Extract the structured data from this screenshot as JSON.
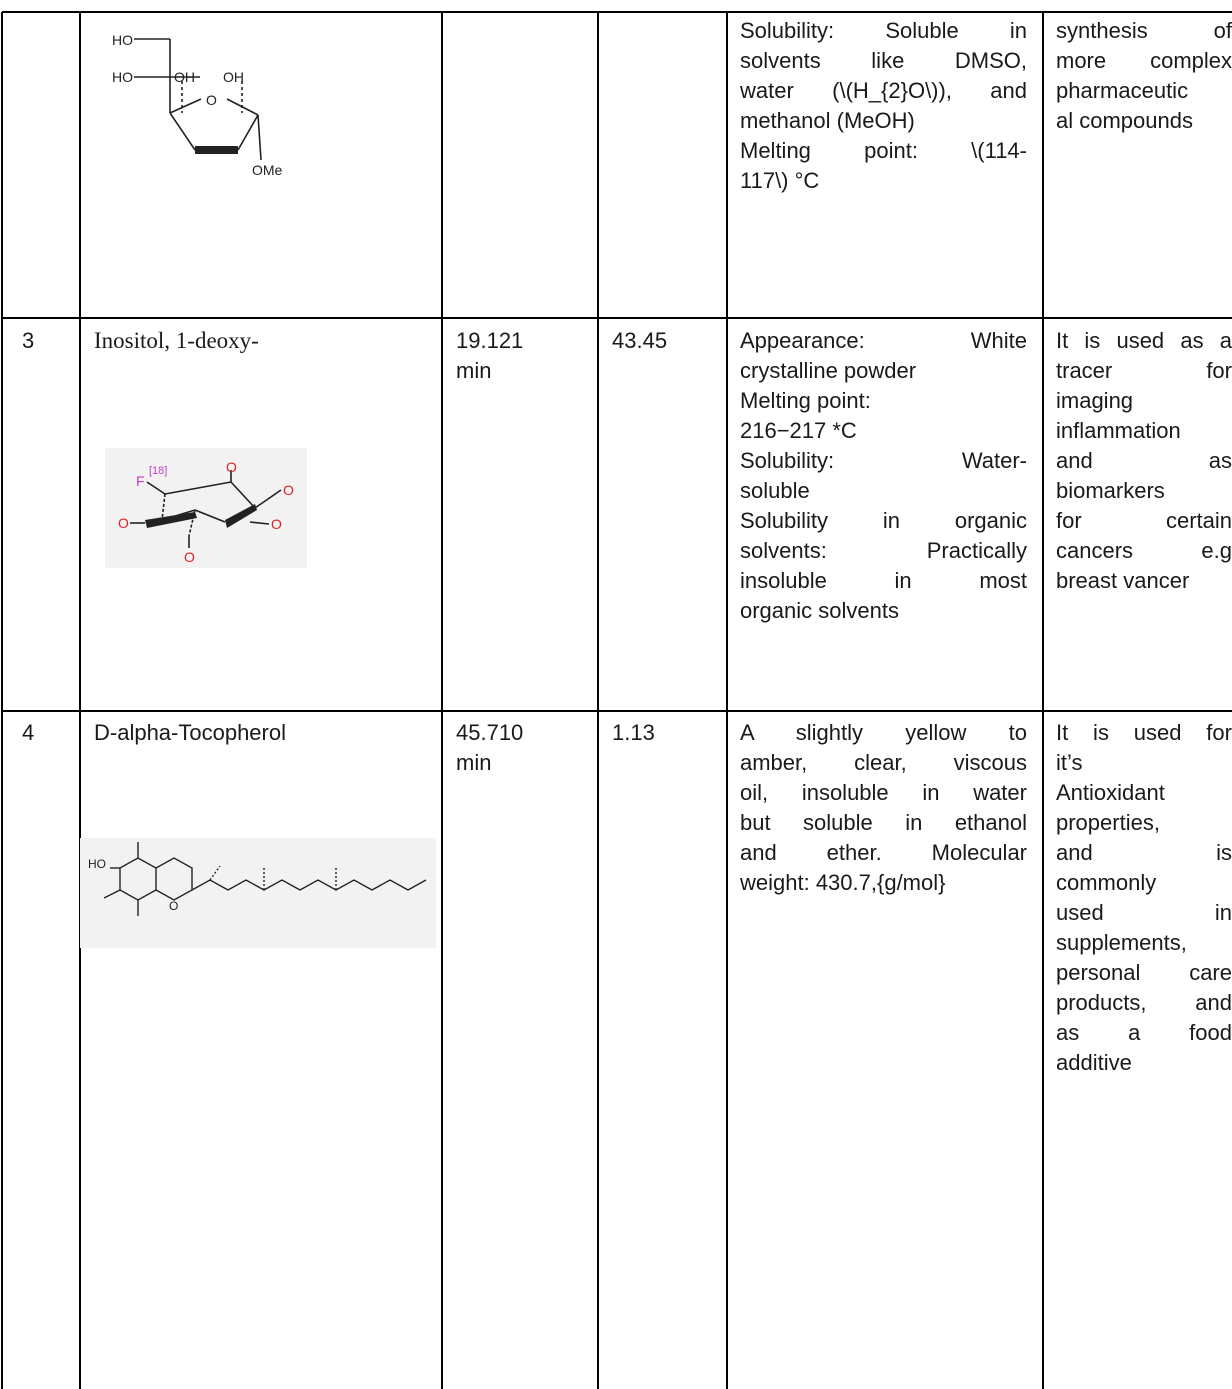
{
  "rows": [
    {
      "properties": {
        "solubility_lines": [
          "Solubility: Soluble in",
          "solvents like DMSO,",
          "water (\\(H_{2}O\\)), and",
          "methanol (MeOH)"
        ],
        "melting_lines": [
          "Melting point: \\(114-",
          "117\\) °C"
        ]
      },
      "uses_lines": [
        "synthesis of",
        "more complex",
        "pharmaceutic",
        "al compounds"
      ],
      "structure": {
        "labels": {
          "ho1": "HO",
          "ho2": "HO",
          "oh1": "OH",
          "oh2": "OH",
          "ring_o": "O",
          "ome": "OMe"
        }
      }
    },
    {
      "number": "3",
      "name": "Inositol, 1-deoxy-",
      "rt_line1": "19.121",
      "rt_line2": "min",
      "area": "43.45",
      "properties": {
        "appearance_lines": [
          "Appearance: White",
          "crystalline powder"
        ],
        "melting_label": "Melting point:",
        "melting_value": "216−217 *C",
        "solubility_lines": [
          "Solubility: Water-",
          "soluble"
        ],
        "organic_lines": [
          "Solubility in organic",
          "solvents: Practically",
          "insoluble in most",
          "organic solvents"
        ]
      },
      "uses_lines": [
        "It is used as a",
        "tracer for",
        "imaging",
        "inflammation",
        "and as",
        "biomarkers",
        "for certain",
        "cancers e.g",
        "breast vancer"
      ],
      "structure": {
        "labels": {
          "isotope": "[18]",
          "f": "F",
          "o1": "O",
          "o2": "O",
          "o3": "O",
          "o4": "O",
          "o5": "O"
        }
      }
    },
    {
      "number": "4",
      "name": "D-alpha-Tocopherol",
      "rt_line1": "45.710",
      "rt_line2": "min",
      "area": "1.13",
      "properties": {
        "lines": [
          "A slightly yellow to",
          "amber, clear, viscous",
          "oil, insoluble in water",
          "but soluble in ethanol",
          "and ether. Molecular",
          "weight: 430.7,{g/mol}"
        ]
      },
      "uses_lines": [
        "It is used for",
        "it’s",
        "Antioxidant",
        "properties,",
        "and is",
        "commonly",
        "used in",
        "supplements,",
        "personal care",
        "products, and",
        "as a food",
        "additive"
      ],
      "structure": {
        "labels": {
          "ho": "HO",
          "o": "O"
        }
      }
    }
  ],
  "colors": {
    "border": "#000000",
    "isotope": "#c040c0",
    "oxygen": "#e02020",
    "panel": "#f2f2f2"
  }
}
